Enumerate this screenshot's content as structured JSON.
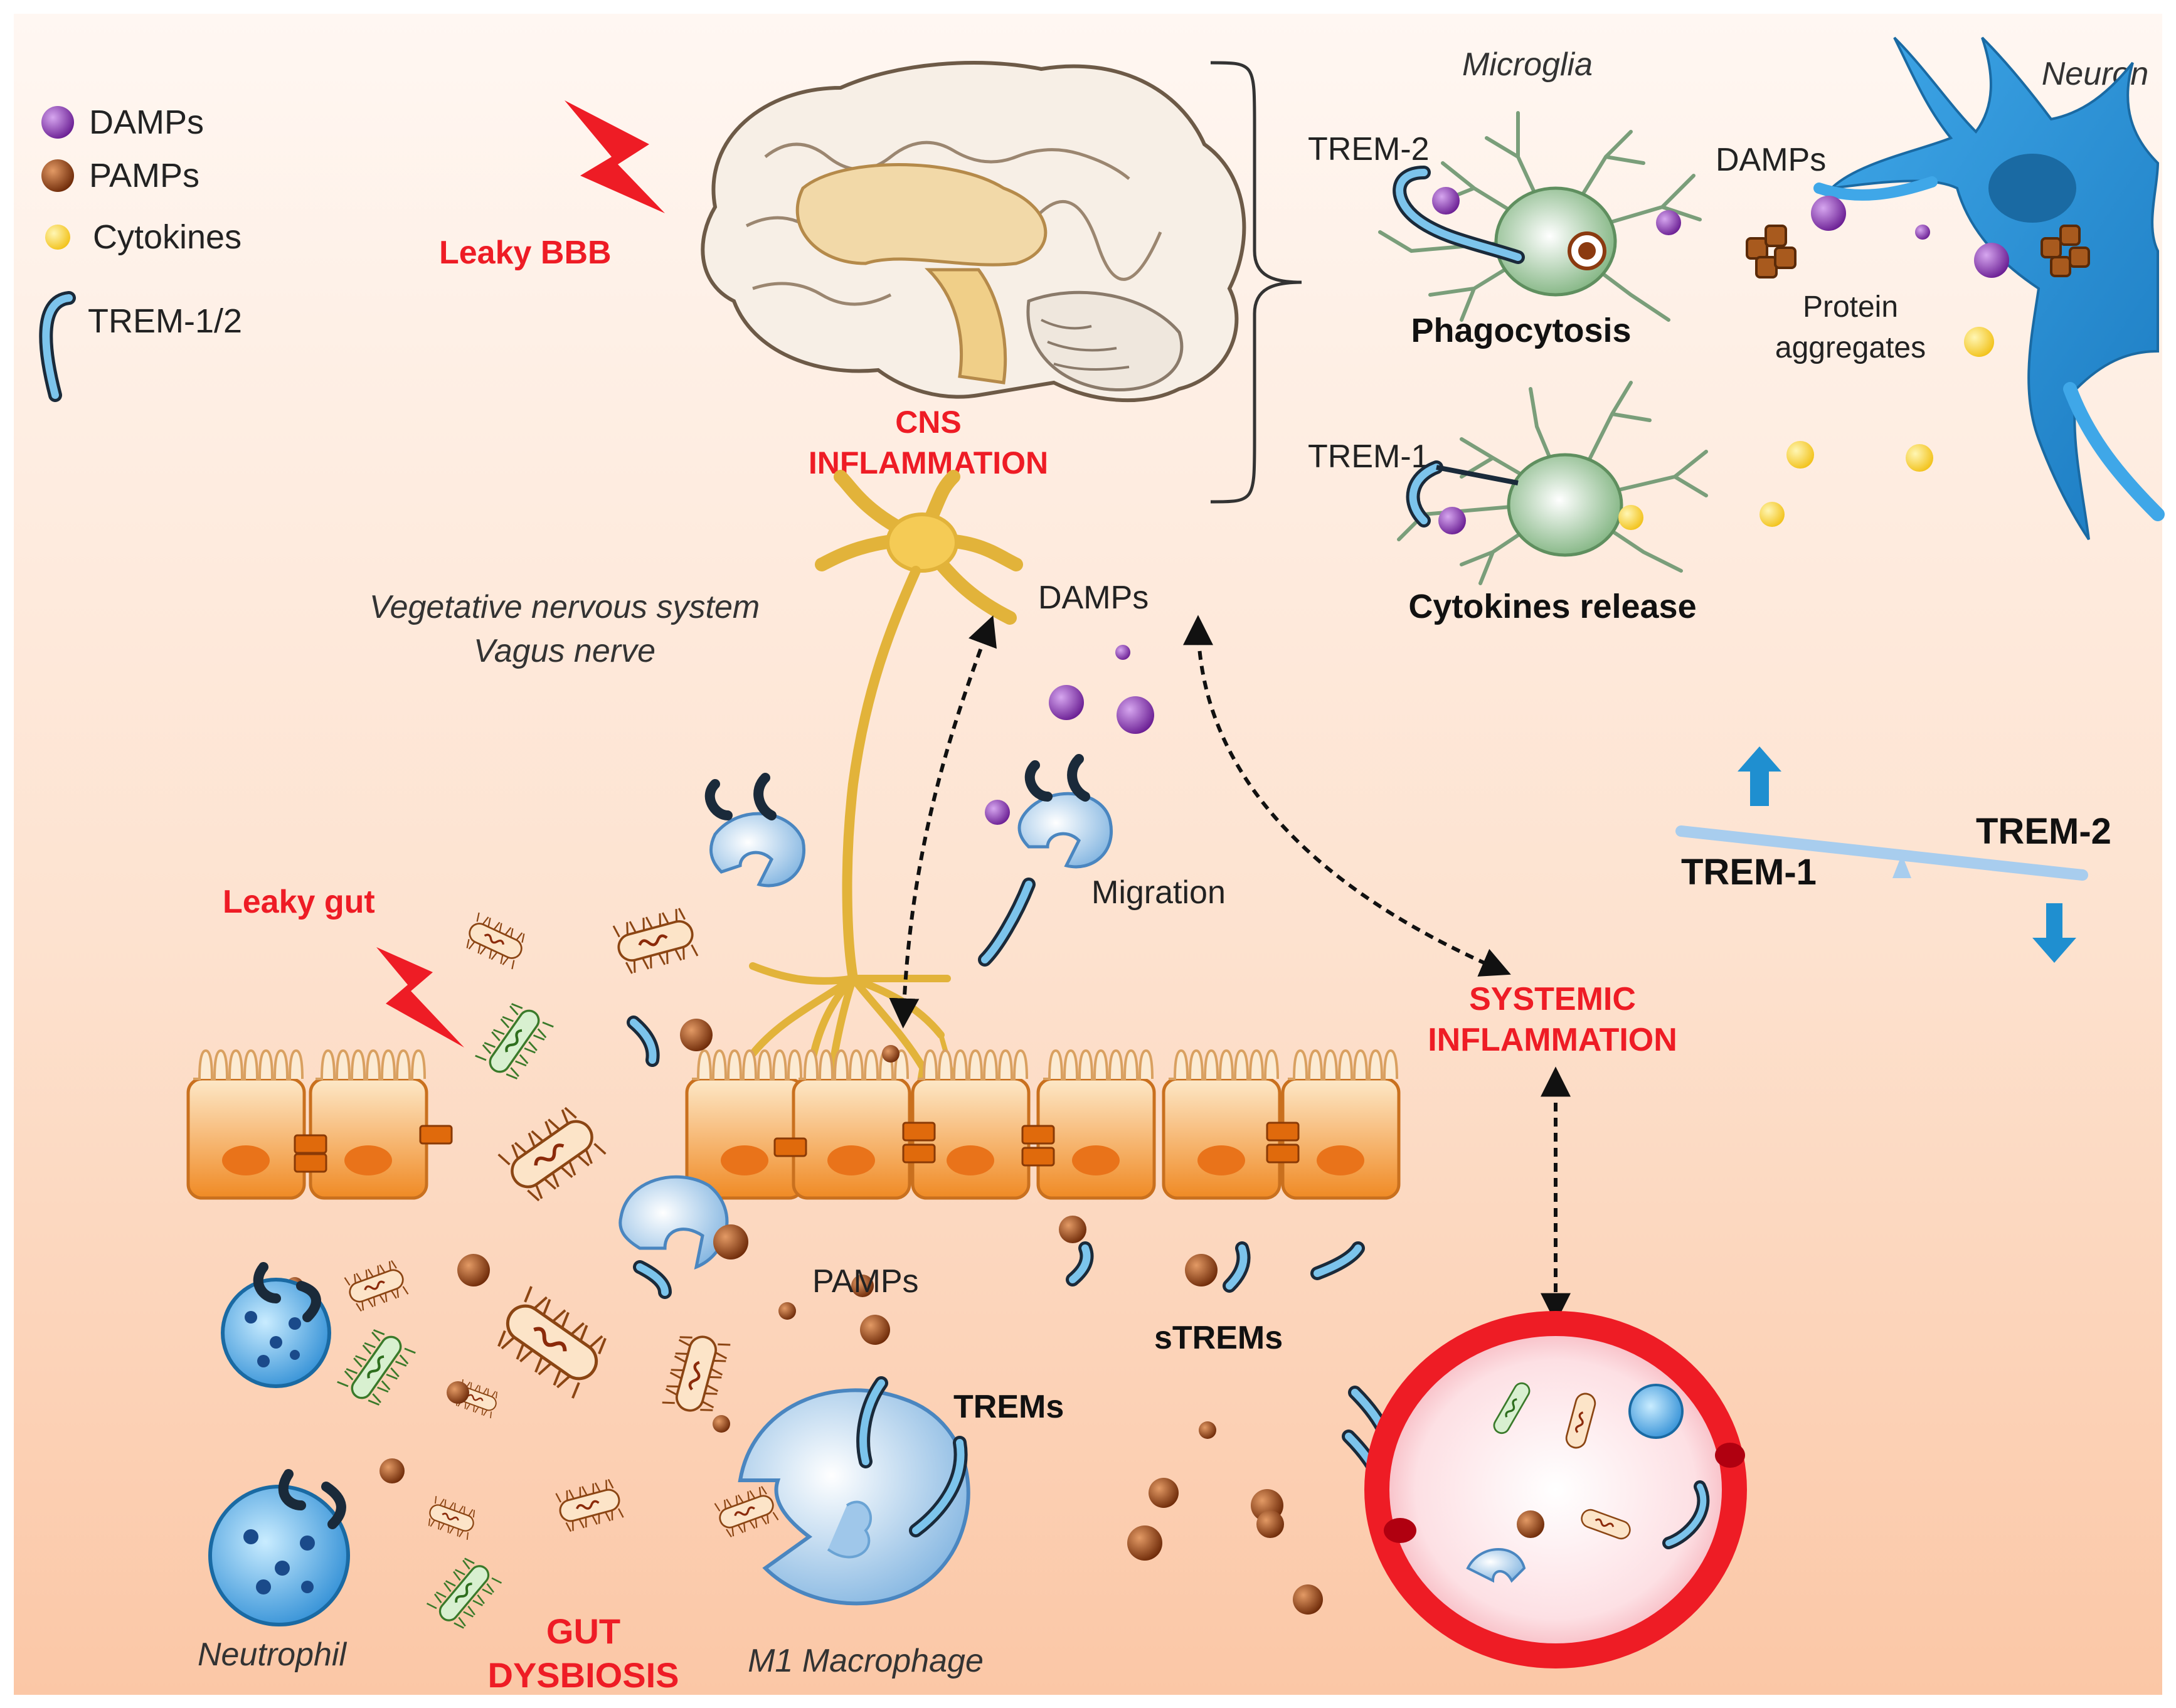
{
  "legend": {
    "damps": "DAMPs",
    "pamps": "PAMPs",
    "cytokines": "Cytokines",
    "trem": "TREM-1/2"
  },
  "labels": {
    "leaky_bbb": "Leaky BBB",
    "cns_line1": "CNS",
    "cns_line2": "INFLAMMATION",
    "microglia": "Microglia",
    "neuron": "Neuron",
    "trem2": "TREM-2",
    "trem1": "TREM-1",
    "damps_top": "DAMPs",
    "phagocytosis": "Phagocytosis",
    "protein_line1": "Protein",
    "protein_line2": "aggregates",
    "cytokines_release": "Cytokines release",
    "vegetative_line1": "Vegetative nervous system",
    "vegetative_line2": "Vagus nerve",
    "damps_mid": "DAMPs",
    "migration": "Migration",
    "leaky_gut": "Leaky gut",
    "systemic_line1": "SYSTEMIC",
    "systemic_line2": "INFLAMMATION",
    "balance_trem1": "TREM-1",
    "balance_trem2": "TREM-2",
    "pamps_bottom": "PAMPs",
    "strems": "sTREMs",
    "trems": "TREMs",
    "neutrophil": "Neutrophil",
    "gut_line1": "GUT",
    "gut_line2": "DYSBIOSIS",
    "macrophage": "M1 Macrophage"
  },
  "colors": {
    "accent_red": "#ee1c25",
    "trem_blue": "#1f8fd0",
    "damp_purple": "#8a3fb0",
    "pamp_brown": "#8b3a10",
    "cytokine_yellow": "#f5d742",
    "gut_orange": "#f0922e"
  }
}
